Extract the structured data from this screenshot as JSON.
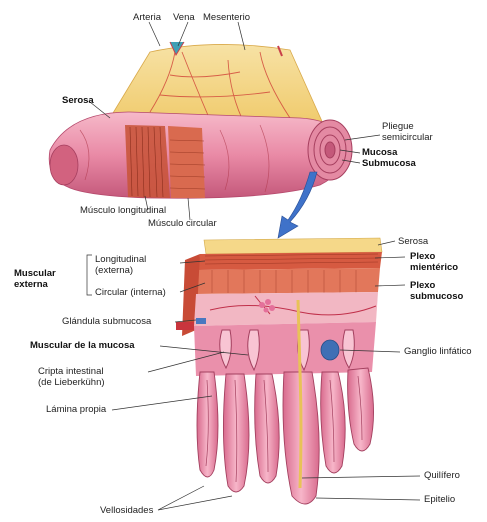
{
  "labels": {
    "arteria": "Arteria",
    "vena": "Vena",
    "mesenterio": "Mesenterio",
    "serosa_top": "Serosa",
    "pliegue": "Pliegue",
    "semicircular": "semicircular",
    "mucosa": "Mucosa",
    "submucosa": "Submucosa",
    "musculo_longitudinal": "Músculo longitudinal",
    "musculo_circular": "Músculo circular",
    "serosa_right": "Serosa",
    "longitudinal": "Longitudinal",
    "externa_paren": "(externa)",
    "muscular": "Muscular",
    "externa": "externa",
    "circular_interna": "Circular (interna)",
    "plexo1": "Plexo",
    "mienterico": "mientérico",
    "plexo2": "Plexo",
    "submucoso": "submucoso",
    "glandula_submucosa": "Glándula submucosa",
    "muscular_mucosa": "Muscular de la mucosa",
    "ganglio": "Ganglio linfático",
    "cripta1": "Cripta intestinal",
    "cripta2": "(de Lieberkühn)",
    "lamina": "Lámina propia",
    "quilifero": "Quilífero",
    "epitelio": "Epitelio",
    "vellosidades": "Vellosidades"
  },
  "colors": {
    "mesentery": "#f3d27a",
    "intestine": "#e98aa6",
    "muscle": "#c9553c",
    "villus": "#ef8fae",
    "lacteal": "#e8c257",
    "lymph_node": "#3f6fb5",
    "arrow": "#3f72c9"
  }
}
